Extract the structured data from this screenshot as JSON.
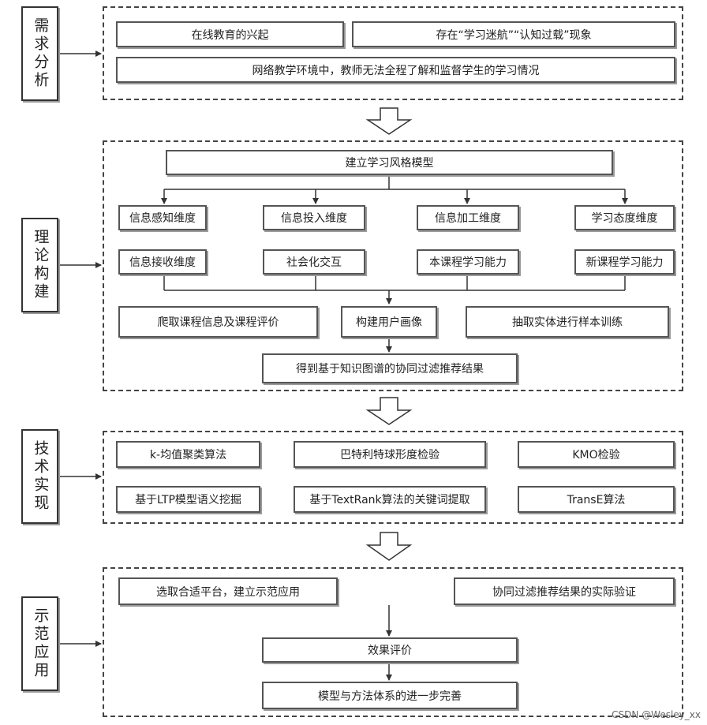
{
  "stages": {
    "s1": "需求分析",
    "s2": "理论构建",
    "s3": "技术实现",
    "s4": "示范应用"
  },
  "demand": {
    "b1": "在线教育的兴起",
    "b2": "存在“学习迷航”“认知过载”现象",
    "b3": "网络教学环境中，教师无法全程了解和监督学生的学习情况"
  },
  "theory": {
    "model": "建立学习风格模型",
    "dims_row1": [
      "信息感知维度",
      "信息投入维度",
      "信息加工维度",
      "学习态度维度"
    ],
    "dims_row2": [
      "信息接收维度",
      "社会化交互",
      "本课程学习能力",
      "新课程学习能力"
    ],
    "crawl": "爬取课程信息及课程评价",
    "portrait": "构建用户画像",
    "extract": "抽取实体进行样本训练",
    "result": "得到基于知识图谱的协同过滤推荐结果"
  },
  "tech": {
    "row1": [
      "k-均值聚类算法",
      "巴特利特球形度检验",
      "KMO检验"
    ],
    "row2": [
      "基于LTP模型语义挖掘",
      "基于TextRank算法的关键词提取",
      "TransE算法"
    ]
  },
  "app": {
    "platform": "选取合适平台，建立示范应用",
    "verify": "协同过滤推荐结果的实际验证",
    "eval": "效果评价",
    "improve": "模型与方法体系的进一步完善"
  },
  "watermark": "CSDN @Wesley_xx"
}
